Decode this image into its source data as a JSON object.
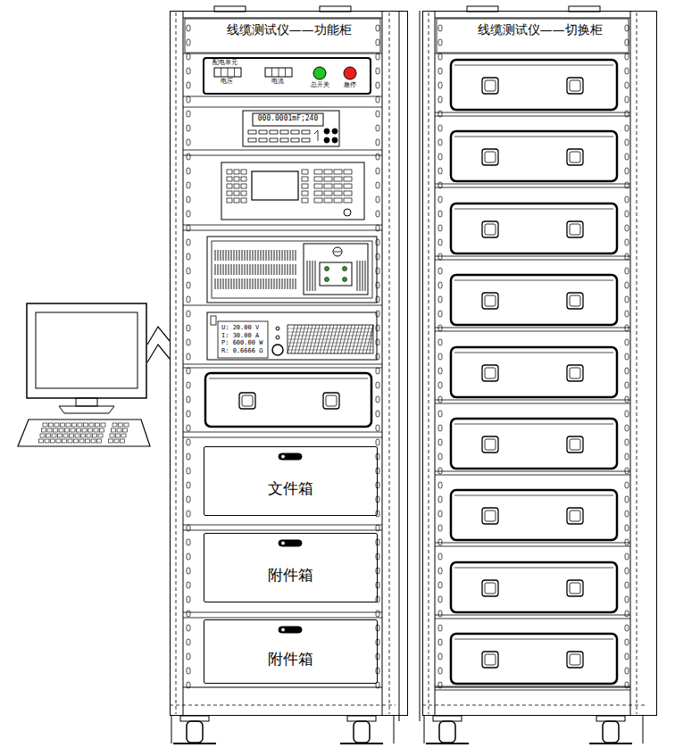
{
  "diagram": {
    "nodes": [
      {
        "text": [
          "线缆测试仪——功能柜"
        ]
      },
      {
        "text": [
          "线缆测试仪——切换柜"
        ]
      },
      {
        "text": [
          "文件箱"
        ],
        "in": 0
      },
      {
        "text": [
          "附件箱"
        ],
        "in": 0
      },
      {
        "text": [
          "附件箱"
        ],
        "in": 0
      }
    ],
    "labels": [
      "配电单元",
      "电压",
      "电流",
      "总开关",
      "急停",
      "000.0001mF;240",
      "U: 20.00 V",
      "I: 30.00 A",
      "P: 600.00 W",
      "R: 0.6666 Ω"
    ]
  }
}
